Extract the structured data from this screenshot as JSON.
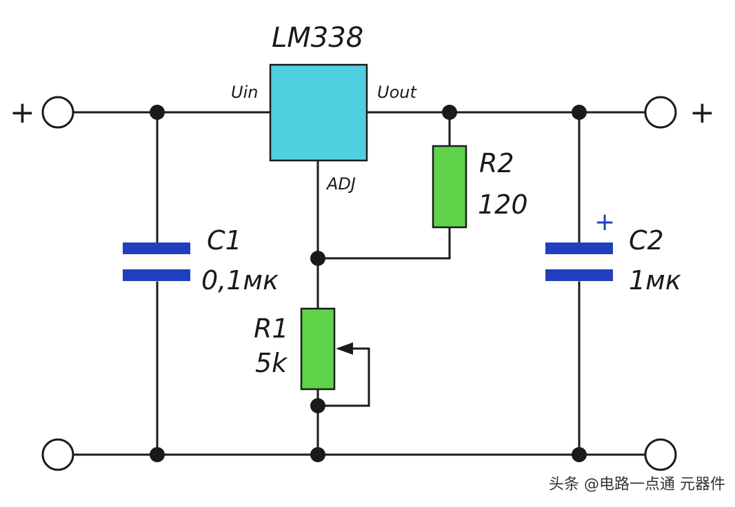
{
  "regulator": {
    "name": "LM338",
    "pin_in": "Uin",
    "pin_out": "Uout",
    "pin_adj": "ADJ"
  },
  "c1": {
    "name": "C1",
    "value": "0,1мк"
  },
  "c2": {
    "name": "C2",
    "value": "1мк",
    "polarity": "+"
  },
  "r1": {
    "name": "R1",
    "value": "5k"
  },
  "r2": {
    "name": "R2",
    "value": "120"
  },
  "terminals": {
    "in_plus": "+",
    "out_plus": "+"
  },
  "watermark": {
    "text": "头条 @电路一点通 元器件"
  },
  "colors": {
    "regulator_fill": "#4fd0e0",
    "resistor_fill": "#5fd34a",
    "capacitor_fill": "#1f3fbf",
    "polarity_mark": "#1f3fbf",
    "wire": "#1a1a1a"
  }
}
